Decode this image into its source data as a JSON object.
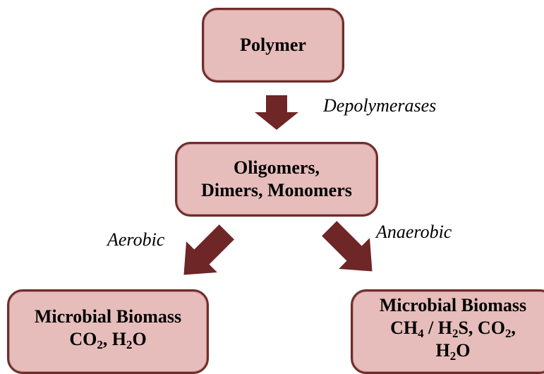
{
  "colors": {
    "box_fill": "#e6bdbb",
    "box_border": "#6e2d2b",
    "arrow_fill": "#6e2626"
  },
  "nodes": {
    "polymer": {
      "text": "Polymer"
    },
    "oligomers": {
      "line1": "Oligomers,",
      "line2": "Dimers, Monomers"
    },
    "aerobic_products": {
      "line1": "Microbial Biomass",
      "co": "CO",
      "co_sub": "2",
      "sep": ", ",
      "h": "H",
      "h_sub": "2",
      "o": "O"
    },
    "anaerobic_products": {
      "line1": "Microbial Biomass",
      "ch": "CH",
      "ch_sub": "4",
      "slash": " / ",
      "h": "H",
      "h_sub": "2",
      "s": "S, CO",
      "co_sub": "2",
      "comma": ",",
      "h2": "H",
      "h2_sub": "2",
      "o": "O"
    }
  },
  "edges": {
    "depolymerases": "Depolymerases",
    "aerobic": "Aerobic",
    "anaerobic": "Anaerobic"
  }
}
